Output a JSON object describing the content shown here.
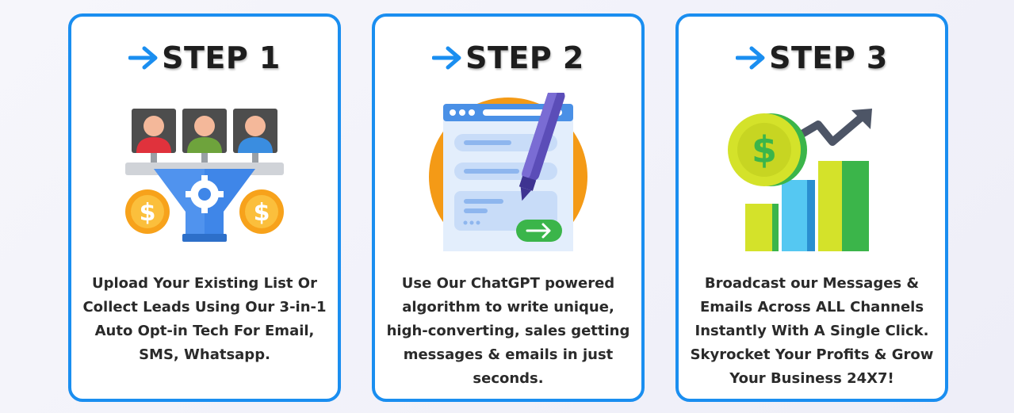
{
  "steps": [
    {
      "label": "STEP 1",
      "description": "Upload Your Existing List Or Collect Leads Using Our 3-in-1 Auto Opt-in Tech For Email, SMS, Whatsapp.",
      "illustration": "funnel-leads-icon"
    },
    {
      "label": "STEP 2",
      "description": "Use Our ChatGPT powered algorithm to write unique, high-converting, sales getting messages & emails in just seconds.",
      "illustration": "pen-writing-page-icon"
    },
    {
      "label": "STEP 3",
      "description": "Broadcast our Messages & Emails Across ALL Channels Instantly With A Single Click. Skyrocket Your Profits & Grow Your Business 24X7!",
      "illustration": "growth-chart-dollar-icon"
    }
  ],
  "colors": {
    "border": "#1a8ef0",
    "arrow": "#1a8ef0",
    "title_text": "#1e1e1e",
    "body_text": "#2a2a2a",
    "gold": "#f7a21b",
    "green": "#3bb54a"
  }
}
